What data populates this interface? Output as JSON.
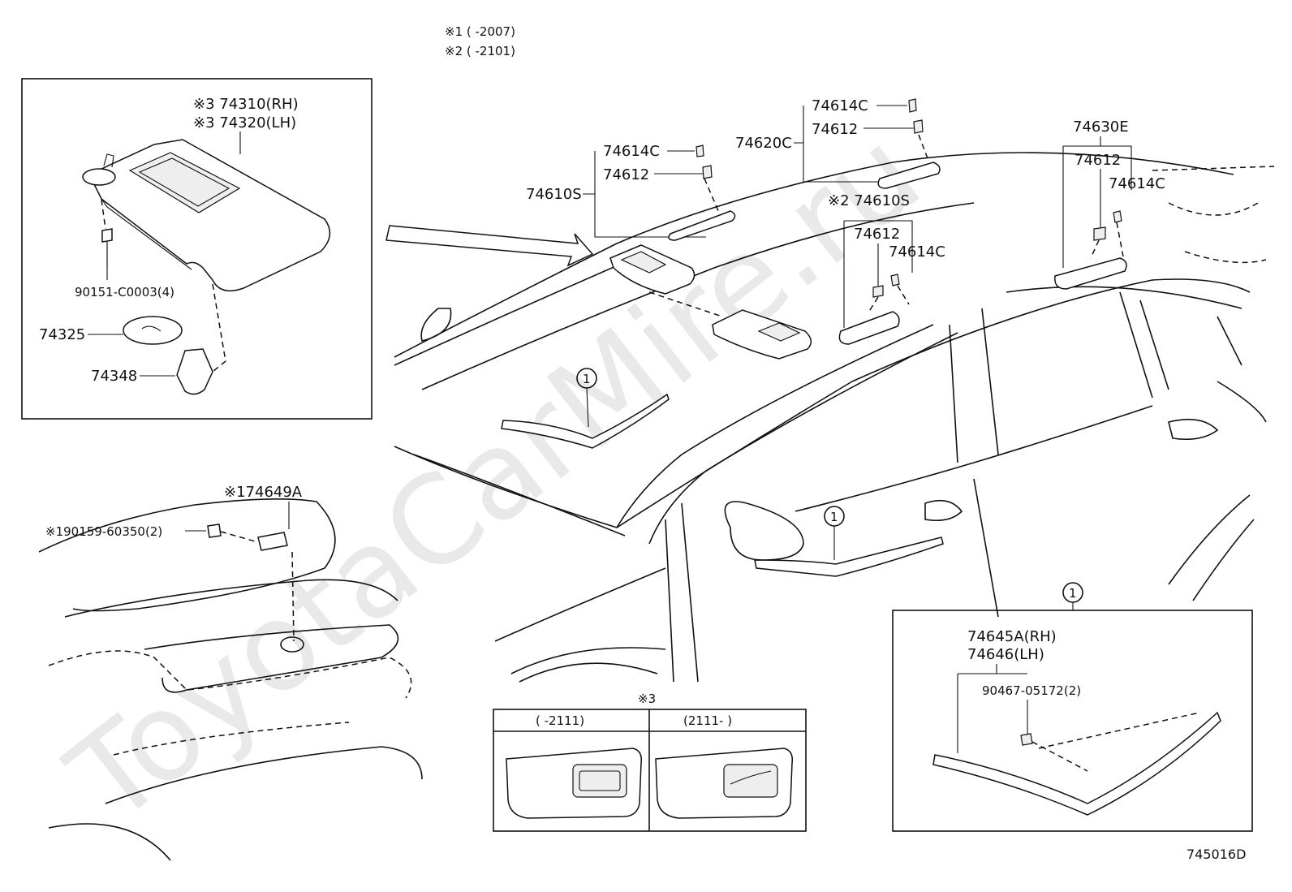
{
  "watermark": "ToyotaCarMire.ru",
  "notes": {
    "note1": "※1 (      -2007)",
    "note2": "※2 (      -2101)"
  },
  "visor_box": {
    "part_rh": "※3 74310(RH)",
    "part_lh": "※3 74320(LH)",
    "screw": "90151-C0003(4)",
    "cover": "74325",
    "holder": "74348"
  },
  "rear": {
    "handle": "※174649A",
    "bolt": "※190159-60350(2)"
  },
  "roof": {
    "clip_1": "74614C",
    "screw_1": "74612",
    "visor_assy": "74610S",
    "grip_front": "74620C",
    "clip_2": "74614C",
    "screw_2": "74612",
    "visor_assy_2": "※2 74610S",
    "screw_3": "74612",
    "clip_3": "74614C",
    "grip_rear": "74630E",
    "screw_4": "74612",
    "clip_4": "74614C"
  },
  "callouts": {
    "c1": "1",
    "c2": "1",
    "c3": "1"
  },
  "variant_box": {
    "title": "※3",
    "left_header": "(       -2111)",
    "right_header": "(2111-       )"
  },
  "garnish_box": {
    "part_rh": "74645A(RH)",
    "part_lh": "74646(LH)",
    "screw": "90467-05172(2)"
  },
  "diagram_code": "745016D"
}
